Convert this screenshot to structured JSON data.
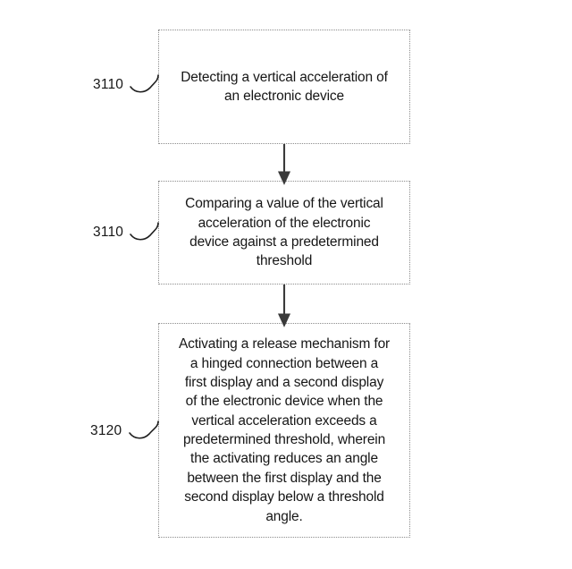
{
  "figure": {
    "type": "patent-flowchart",
    "background_color": "#ffffff",
    "line_color": "#8c8c8c",
    "text_color": "#161616"
  },
  "steps": [
    {
      "id": "detect",
      "ref": "3110",
      "text": "Detecting a vertical acceleration of\nan electronic device"
    },
    {
      "id": "compare",
      "ref": "3110",
      "text": "Comparing a value of the vertical\nacceleration of the electronic\ndevice against a predetermined\nthreshold"
    },
    {
      "id": "activate",
      "ref": "3120",
      "text": "Activating a release mechanism for\na hinged connection between a\nfirst display and a second display\nof the electronic device when the\nvertical acceleration exceeds a\npredetermined threshold, wherein\nthe activating reduces an angle\nbetween the first display and the\nsecond display below a threshold\nangle."
    }
  ],
  "connectors": [
    {
      "id": "detect-to-compare",
      "from": "detect",
      "to": "compare",
      "style": "solid-arrow-down"
    },
    {
      "id": "compare-to-activate",
      "from": "compare",
      "to": "activate",
      "style": "solid-arrow-down"
    }
  ],
  "leaders": [
    {
      "id": "leader-detect",
      "ref": "3110",
      "style": "s-curve"
    },
    {
      "id": "leader-compare",
      "ref": "3110",
      "style": "s-curve"
    },
    {
      "id": "leader-activate",
      "ref": "3120",
      "style": "s-curve"
    }
  ]
}
